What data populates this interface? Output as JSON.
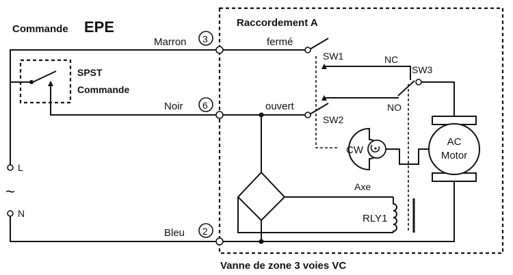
{
  "diagram": {
    "title_prefix": "Commande",
    "title_main": "EPE",
    "connection_label": "Raccordement A",
    "valve_caption": "Vanne de zone 3 voies VC",
    "spst_line1": "SPST",
    "spst_line2": "Commande",
    "supply_live": "L",
    "supply_symbol": "~",
    "supply_neutral": "N",
    "wires": [
      {
        "color": "Marron",
        "number": "3"
      },
      {
        "color": "Noir",
        "number": "6"
      },
      {
        "color": "Bleu",
        "number": "2"
      }
    ],
    "positions": {
      "closed": "fermé",
      "open": "ouvert"
    },
    "switches": {
      "sw1": "SW1",
      "sw2": "SW2",
      "sw3": "SW3",
      "nc": "NC",
      "no": "NO"
    },
    "motor": {
      "line1": "AC",
      "line2": "Motor"
    },
    "cam": {
      "label": "CW",
      "axis": "Axe"
    },
    "relay": "RLY1"
  }
}
